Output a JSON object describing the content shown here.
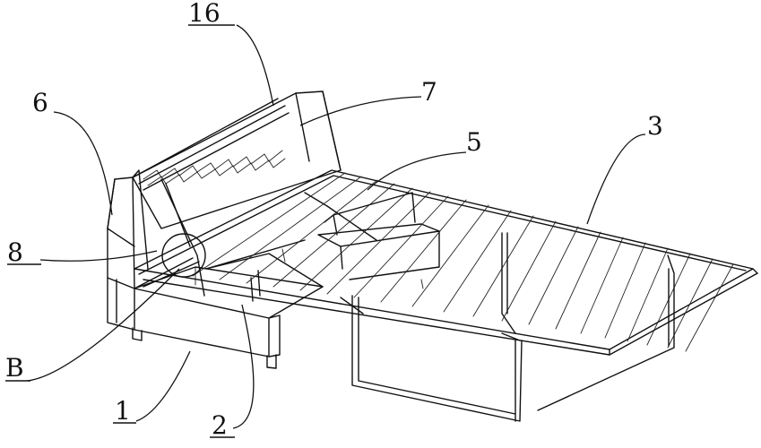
{
  "labels": {
    "l16": "16",
    "l7": "7",
    "l6": "6",
    "l5": "5",
    "l3": "3",
    "l8": "8",
    "lB": "B",
    "l1": "1",
    "l2": "2"
  }
}
